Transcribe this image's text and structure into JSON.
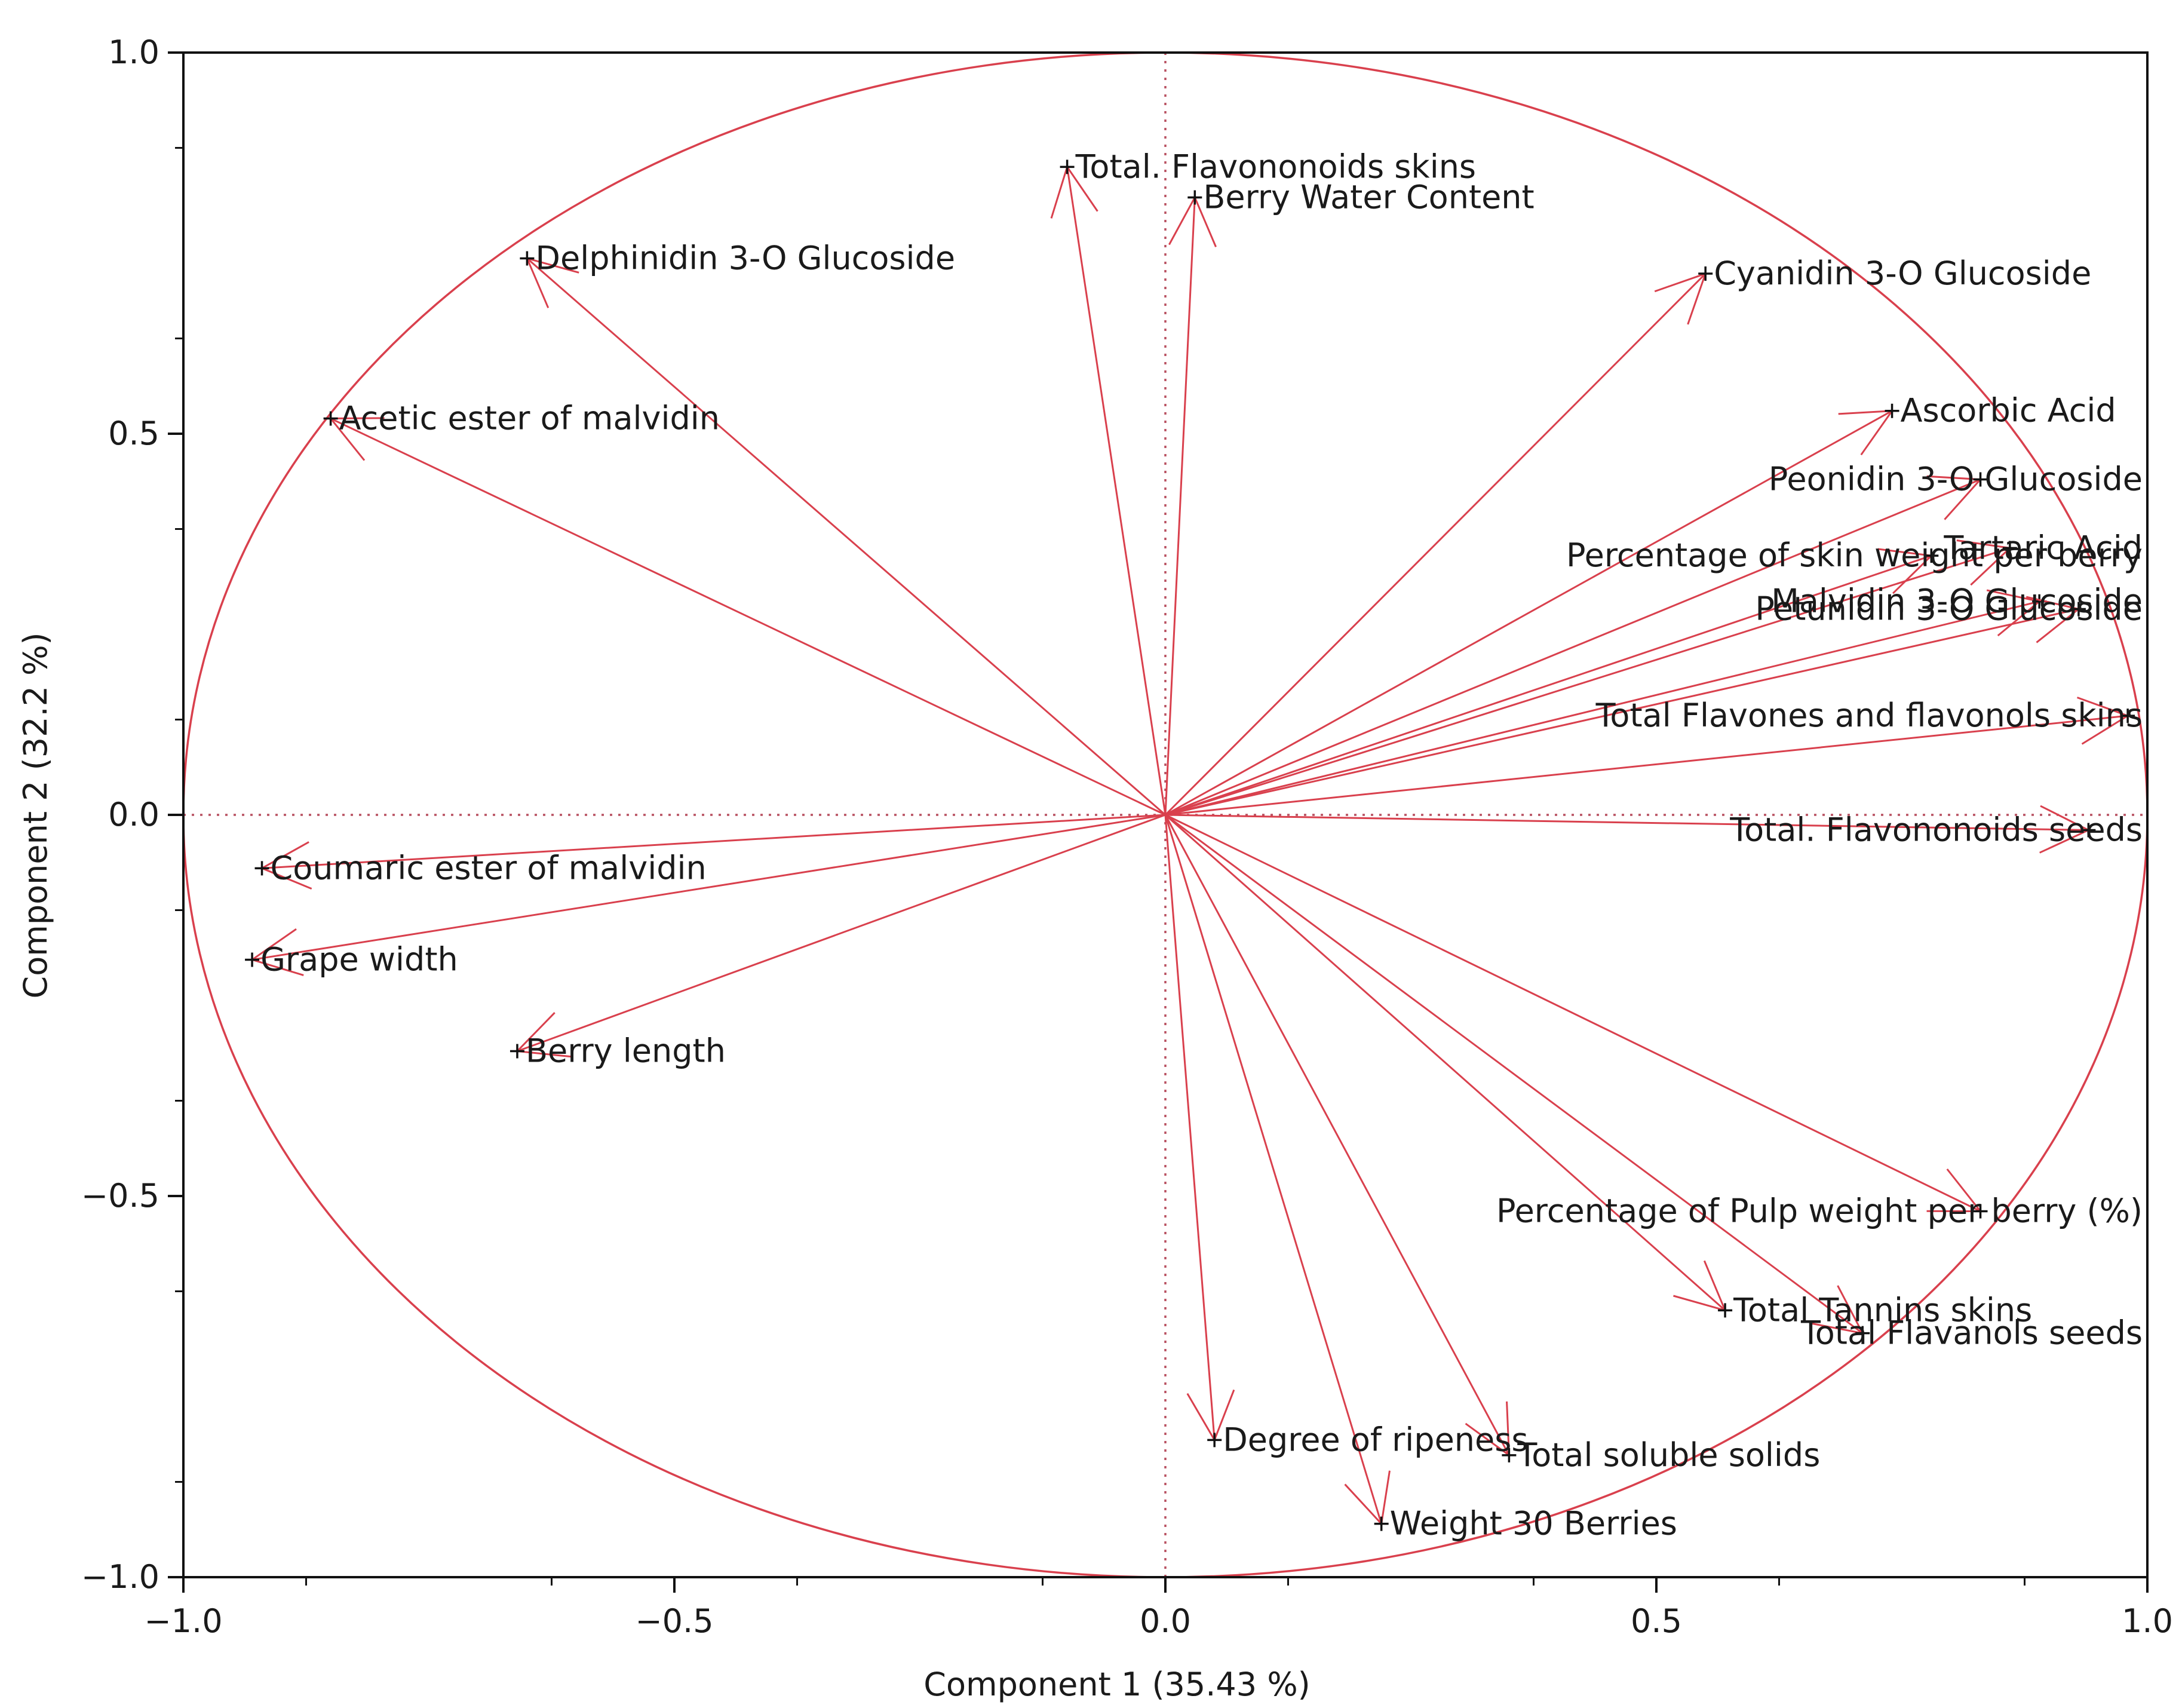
{
  "chart_data": {
    "type": "scatter",
    "subtype": "pca-loading-biplot",
    "title": "",
    "xlabel": "Component 1 (35.43 %)",
    "ylabel": "Component 2 (32.2 %)",
    "xlim": [
      -1.0,
      1.0
    ],
    "ylim": [
      -1.0,
      1.0
    ],
    "xticks": [
      -1.0,
      -0.5,
      0.0,
      0.5,
      1.0
    ],
    "xtick_labels": [
      "−1.0",
      "−0.5",
      "0.0",
      "0.5",
      "1.0"
    ],
    "yticks": [
      1.0,
      0.5,
      0.0,
      -0.5,
      -1.0
    ],
    "ytick_labels": [
      "1.0",
      "0.5",
      "0.0",
      "−0.5",
      "−1.0"
    ],
    "grid": false,
    "unit_circle": true,
    "zero_reference_lines": "dotted",
    "vector_color": "#d9404d",
    "points": [
      {
        "label": "Total. Flavononoids skins",
        "x": -0.1,
        "y": 0.85
      },
      {
        "label": "Berry Water Content",
        "x": 0.03,
        "y": 0.81
      },
      {
        "label": "Delphinidin 3-O Glucoside",
        "x": -0.65,
        "y": 0.73
      },
      {
        "label": "Cyanidin 3-O Glucoside",
        "x": 0.55,
        "y": 0.71
      },
      {
        "label": "Acetic ester of malvidin",
        "x": -0.85,
        "y": 0.52
      },
      {
        "label": "Ascorbic Acid",
        "x": 0.74,
        "y": 0.53
      },
      {
        "label": "Peonidin 3-O Glucoside",
        "x": 0.83,
        "y": 0.44
      },
      {
        "label": "Percentage of skin weight per berry",
        "x": 0.78,
        "y": 0.34
      },
      {
        "label": "Tartaric Acid",
        "x": 0.86,
        "y": 0.35
      },
      {
        "label": "Malvidin 3-O Glucoside",
        "x": 0.89,
        "y": 0.28
      },
      {
        "label": "Petunidin 3-O Glucoside",
        "x": 0.93,
        "y": 0.27
      },
      {
        "label": "Total Flavones and flavonols skins",
        "x": 0.98,
        "y": 0.13
      },
      {
        "label": "Total. Flavononoids seeds",
        "x": 0.94,
        "y": -0.02
      },
      {
        "label": "Coumaric ester of malvidin",
        "x": -0.92,
        "y": -0.07
      },
      {
        "label": "Grape width",
        "x": -0.93,
        "y": -0.19
      },
      {
        "label": "Berry length",
        "x": -0.66,
        "y": -0.31
      },
      {
        "label": "Percentage of Pulp weight per berry (%)",
        "x": 0.83,
        "y": -0.52
      },
      {
        "label": "Total Tannins skins",
        "x": 0.57,
        "y": -0.65
      },
      {
        "label": "Total Flavanols seeds",
        "x": 0.71,
        "y": -0.68
      },
      {
        "label": "Degree of ripeness",
        "x": 0.05,
        "y": -0.82
      },
      {
        "label": "Total soluble solids",
        "x": 0.35,
        "y": -0.84
      },
      {
        "label": "Weight 30 Berries",
        "x": 0.22,
        "y": -0.93
      }
    ]
  }
}
